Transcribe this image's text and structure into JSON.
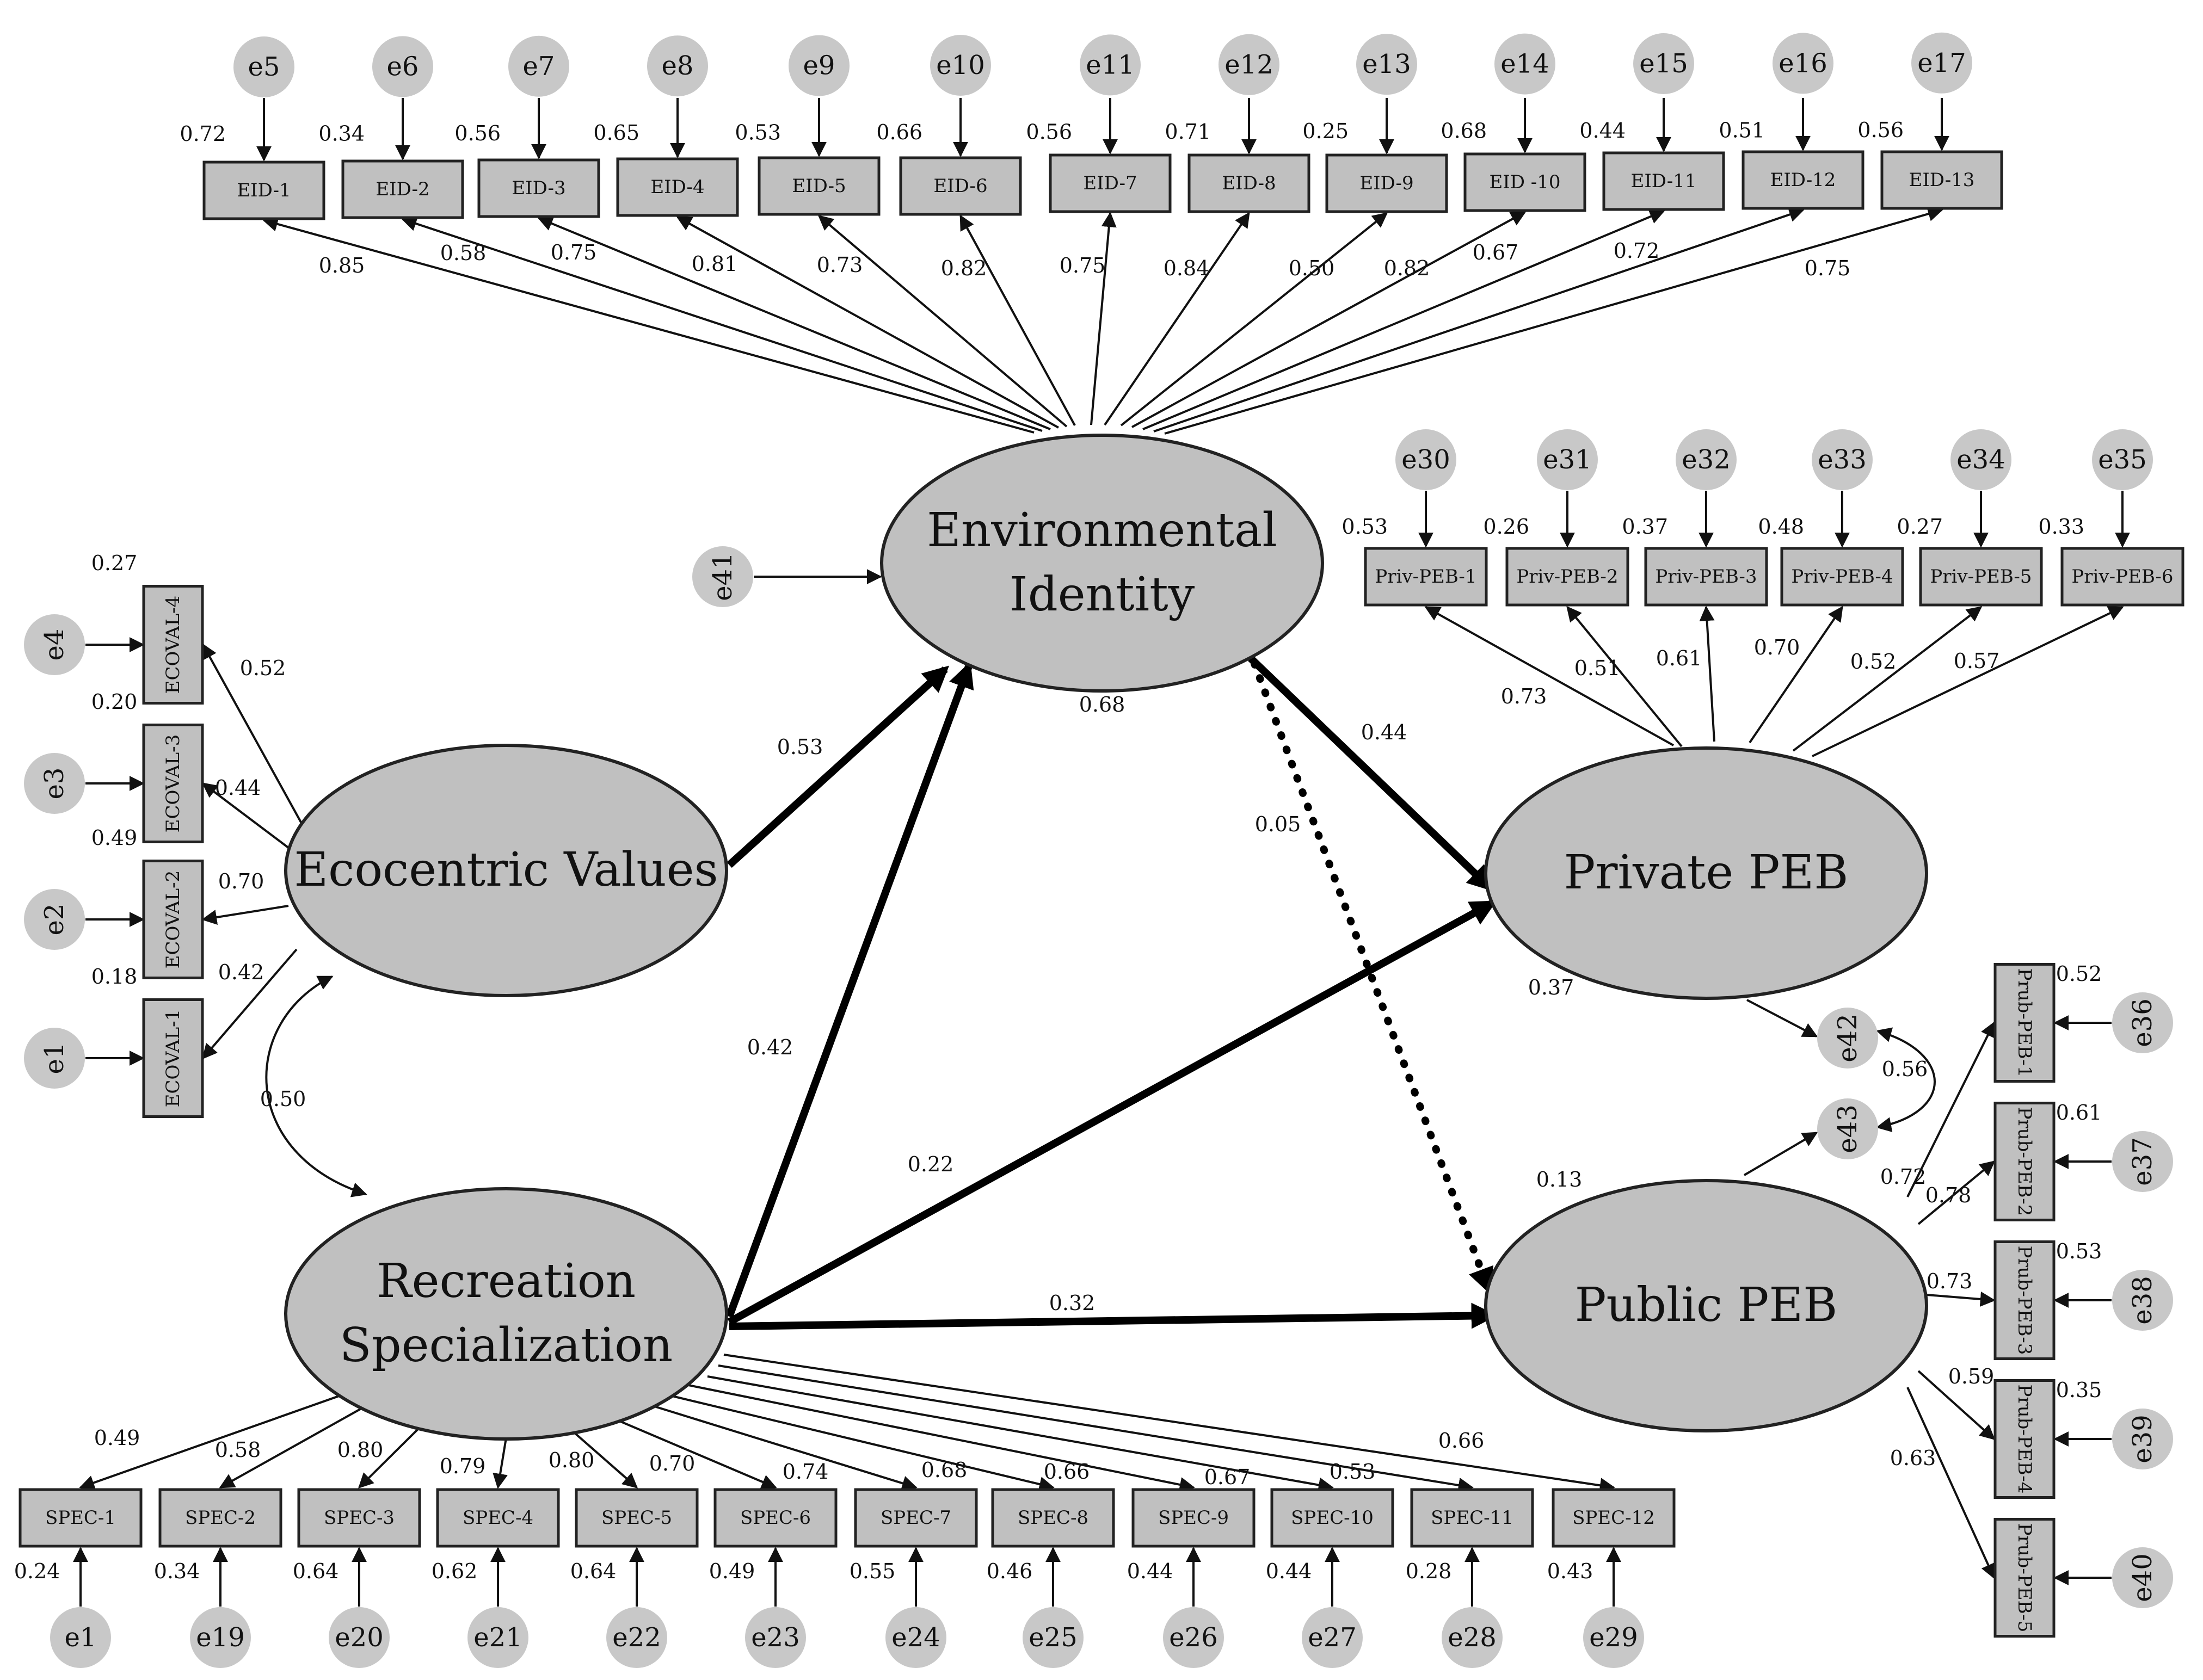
{
  "latents": {
    "ei": "Environmental|Identity",
    "ev": "Ecocentric Values",
    "rs": "Recreation|Specialization",
    "priv": "Private PEB",
    "pub": "Public PEB"
  },
  "eid": [
    {
      "label": "EID-1",
      "err": "e5",
      "var": "0.72",
      "load": "0.85"
    },
    {
      "label": "EID-2",
      "err": "e6",
      "var": "0.34",
      "load": "0.58"
    },
    {
      "label": "EID-3",
      "err": "e7",
      "var": "0.56",
      "load": "0.75"
    },
    {
      "label": "EID-4",
      "err": "e8",
      "var": "0.65",
      "load": "0.81"
    },
    {
      "label": "EID-5",
      "err": "e9",
      "var": "0.53",
      "load": "0.73"
    },
    {
      "label": "EID-6",
      "err": "e10",
      "var": "0.66",
      "load": "0.82"
    },
    {
      "label": "EID-7",
      "err": "e11",
      "var": "0.56",
      "load": "0.75"
    },
    {
      "label": "EID-8",
      "err": "e12",
      "var": "0.71",
      "load": "0.84"
    },
    {
      "label": "EID-9",
      "err": "e13",
      "var": "0.25",
      "load": "0.50"
    },
    {
      "label": "EID -10",
      "err": "e14",
      "var": "0.68",
      "load": "0.82"
    },
    {
      "label": "EID-11",
      "err": "e15",
      "var": "0.44",
      "load": "0.67"
    },
    {
      "label": "EID-12",
      "err": "e16",
      "var": "0.51",
      "load": "0.72"
    },
    {
      "label": "EID-13",
      "err": "e17",
      "var": "0.56",
      "load": "0.75"
    }
  ],
  "priv": [
    {
      "label": "Priv-PEB-1",
      "err": "e30",
      "var": "0.53",
      "load": "0.73"
    },
    {
      "label": "Priv-PEB-2",
      "err": "e31",
      "var": "0.26",
      "load": "0.51"
    },
    {
      "label": "Priv-PEB-3",
      "err": "e32",
      "var": "0.37",
      "load": "0.61"
    },
    {
      "label": "Priv-PEB-4",
      "err": "e33",
      "var": "0.48",
      "load": "0.70"
    },
    {
      "label": "Priv-PEB-5",
      "err": "e34",
      "var": "0.27",
      "load": "0.52"
    },
    {
      "label": "Priv-PEB-6",
      "err": "e35",
      "var": "0.33",
      "load": "0.57"
    }
  ],
  "ecoval": [
    {
      "label": "ECOVAL-4",
      "err": "e4",
      "var": "0.27",
      "load": "0.52"
    },
    {
      "label": "ECOVAL-3",
      "err": "e3",
      "var": "0.20",
      "load": "0.44"
    },
    {
      "label": "ECOVAL-2",
      "err": "e2",
      "var": "0.49",
      "load": "0.70"
    },
    {
      "label": "ECOVAL-1",
      "err": "e1",
      "var": "0.18",
      "load": "0.42"
    }
  ],
  "pub": [
    {
      "label": "Prub-PEB-1",
      "err": "e36",
      "var": "0.52",
      "load": "0.72"
    },
    {
      "label": "Prub-PEB-2",
      "err": "e37",
      "var": "0.61",
      "load": "0.78"
    },
    {
      "label": "Prub-PEB-3",
      "err": "e38",
      "var": "0.53",
      "load": "0.73"
    },
    {
      "label": "Prub-PEB-4",
      "err": "e39",
      "var": "0.35",
      "load": "0.59"
    },
    {
      "label": "Prub-PEB-5",
      "err": "e40",
      "var": "",
      "load": "0.63"
    }
  ],
  "spec": [
    {
      "label": "SPEC-1",
      "err": "e1",
      "var": "0.24",
      "load": "0.49"
    },
    {
      "label": "SPEC-2",
      "err": "e19",
      "var": "0.34",
      "load": "0.58"
    },
    {
      "label": "SPEC-3",
      "err": "e20",
      "var": "0.64",
      "load": "0.80"
    },
    {
      "label": "SPEC-4",
      "err": "e21",
      "var": "0.62",
      "load": "0.79"
    },
    {
      "label": "SPEC-5",
      "err": "e22",
      "var": "0.64",
      "load": "0.80"
    },
    {
      "label": "SPEC-6",
      "err": "e23",
      "var": "0.49",
      "load": "0.70"
    },
    {
      "label": "SPEC-7",
      "err": "e24",
      "var": "0.55",
      "load": "0.74"
    },
    {
      "label": "SPEC-8",
      "err": "e25",
      "var": "0.46",
      "load": "0.68"
    },
    {
      "label": "SPEC-9",
      "err": "e26",
      "var": "0.44",
      "load": "0.66"
    },
    {
      "label": "SPEC-10",
      "err": "e27",
      "var": "0.44",
      "load": "0.67"
    },
    {
      "label": "SPEC-11",
      "err": "e28",
      "var": "0.28",
      "load": "0.53"
    },
    {
      "label": "SPEC-12",
      "err": "e29",
      "var": "0.43",
      "load": "0.66"
    }
  ],
  "paths": {
    "ev_ei": "0.53",
    "rs_ei": "0.42",
    "ei_priv": "0.44",
    "ei_pub": "0.05",
    "rs_priv": "0.22",
    "rs_pub": "0.32",
    "ev_rs_cov": "0.50",
    "e42_e43_cov": "0.56"
  },
  "r2": {
    "ei": "0.68",
    "priv": "0.37",
    "pub": "0.13"
  },
  "disturbances": {
    "ei": "e41",
    "priv": "e42",
    "pub": "e43"
  }
}
